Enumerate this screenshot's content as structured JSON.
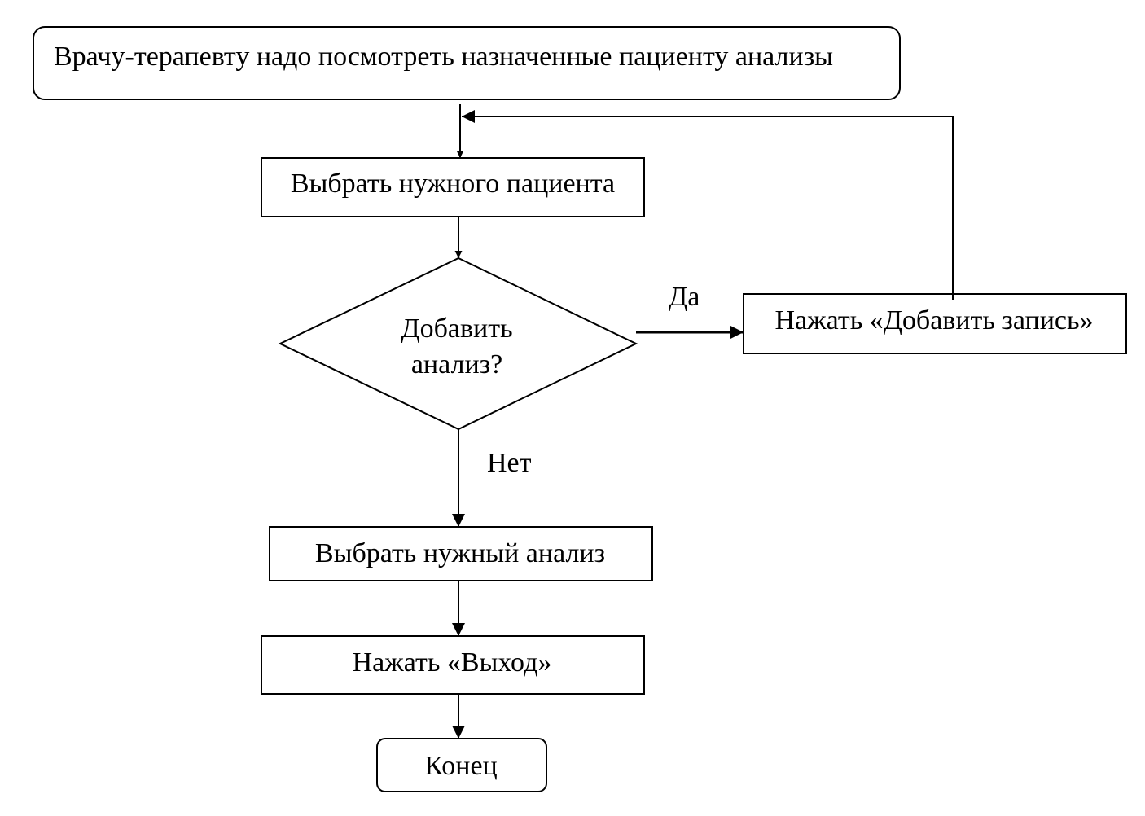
{
  "diagram": {
    "start": "Врачу-терапевту надо посмотреть назначенные пациенту анализы",
    "select_patient": "Выбрать нужного пациента",
    "decision_line1": "Добавить",
    "decision_line2": "анализ?",
    "yes_label": "Да",
    "no_label": "Нет",
    "add_record": "Нажать «Добавить запись»",
    "select_analysis": "Выбрать нужный анализ",
    "exit": "Нажать «Выход»",
    "end": "Конец"
  }
}
